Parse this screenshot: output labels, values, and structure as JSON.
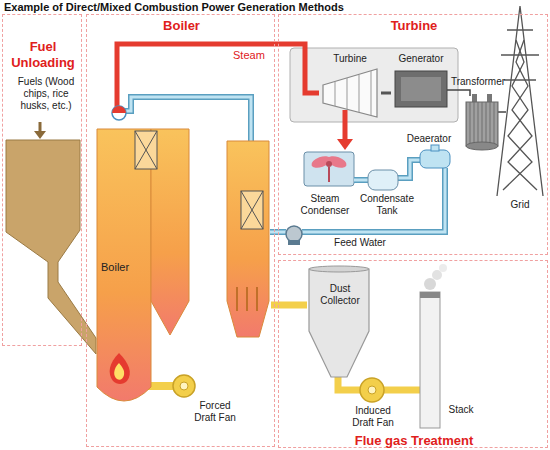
{
  "diagram": {
    "title": "Example of Direct/Mixed Combustion Power Generation Methods",
    "nodes": [
      {
        "text": [
          "Fuel Unloading"
        ]
      },
      {
        "text": [
          "Boiler"
        ]
      },
      {
        "text": [
          "Turbine"
        ]
      },
      {
        "text": [
          "Flue gas Treatment"
        ]
      },
      {
        "text": [
          "Boiler"
        ],
        "in": 1
      },
      {
        "text": [
          "Turbine"
        ],
        "in": 2
      },
      {
        "text": [
          "Generator"
        ],
        "in": 2
      },
      {
        "text": [
          "Dust Collector"
        ],
        "in": 3
      }
    ],
    "edges": [
      {
        "from": 4,
        "to": 5,
        "label": "Steam",
        "arrow": "none"
      },
      {
        "from": 5,
        "to": 6,
        "arrow": "none"
      },
      {
        "from": 4,
        "to": 7,
        "arrow": "none"
      }
    ],
    "labels": [
      "Fuels (Wood chips, rice husks, etc.)",
      "Transformer",
      "Grid",
      "Steam Condenser",
      "Condensate Tank",
      "Deaerator",
      "Feed Water",
      "Forced Draft Fan",
      "Induced Draft Fan",
      "Stack"
    ]
  }
}
